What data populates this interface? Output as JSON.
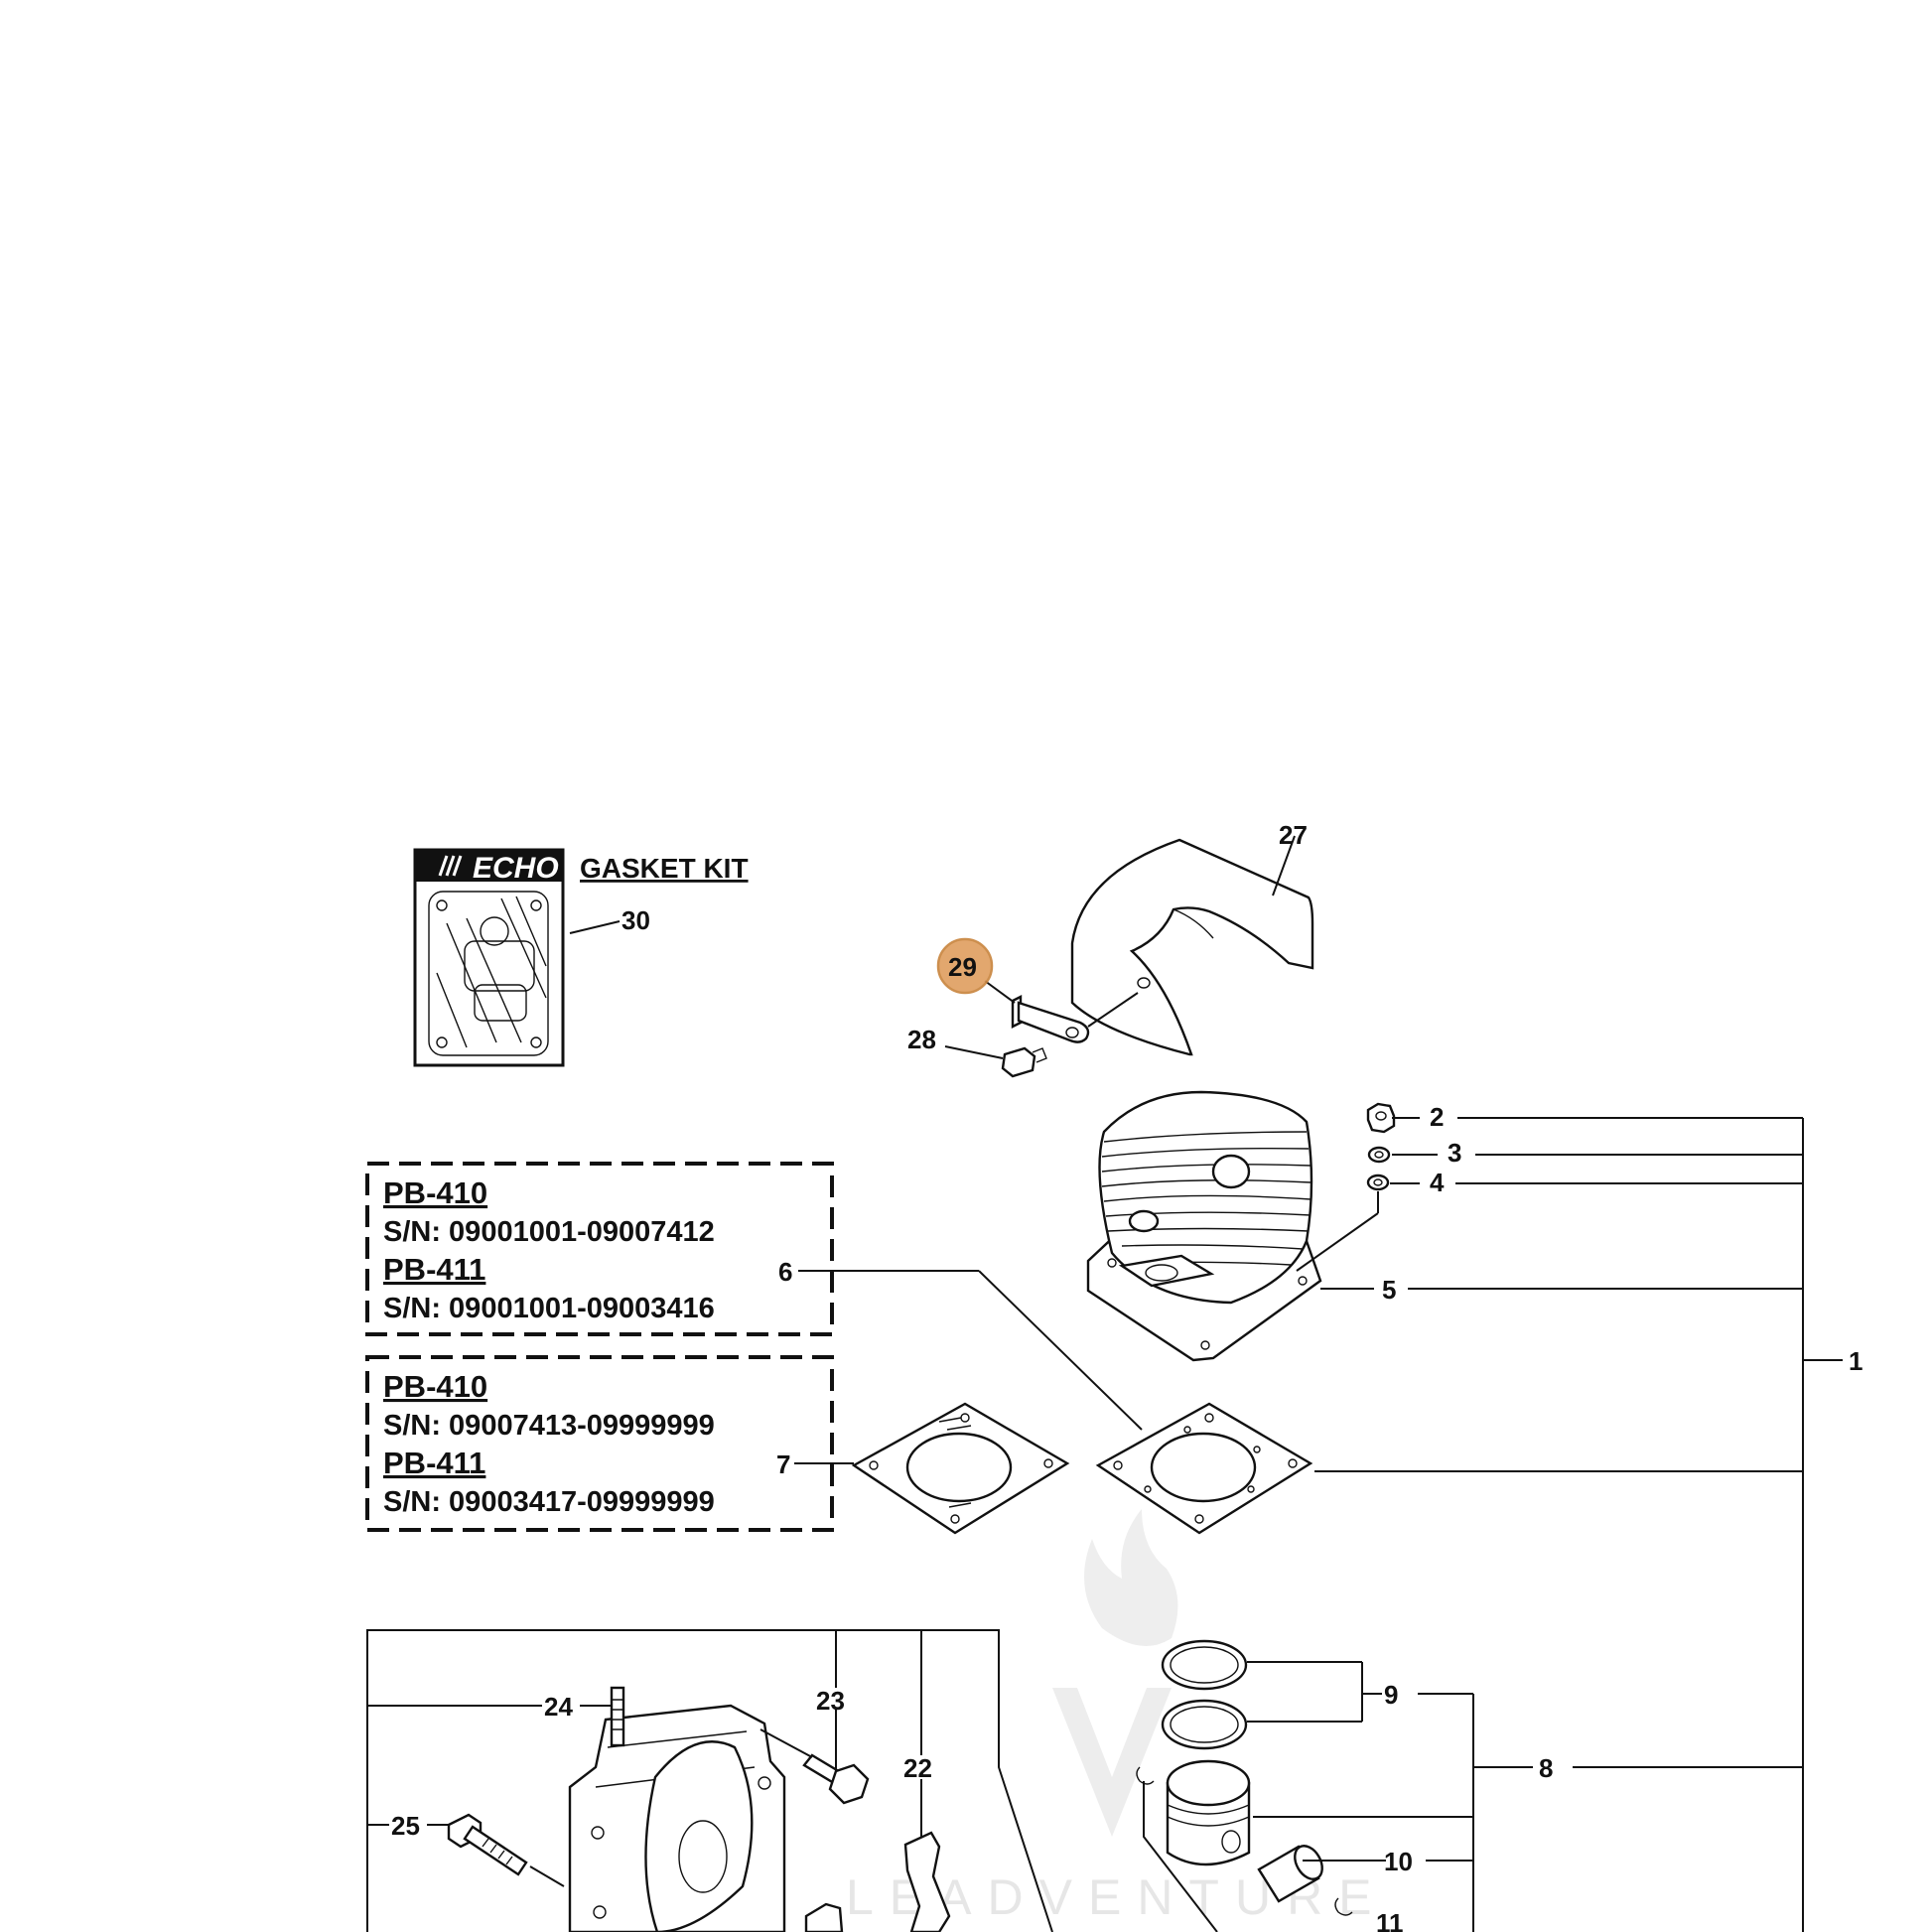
{
  "diagram": {
    "gasket_kit": {
      "brand": "ECHO",
      "title": "GASKET KIT"
    },
    "serial_boxes": [
      {
        "lines": [
          {
            "model": "PB-410",
            "serial": "S/N: 09001001-09007412"
          },
          {
            "model": "PB-411",
            "serial": "S/N: 09001001-09003416"
          }
        ]
      },
      {
        "lines": [
          {
            "model": "PB-410",
            "serial": "S/N: 09007413-09999999"
          },
          {
            "model": "PB-411",
            "serial": "S/N: 09003417-09999999"
          }
        ]
      }
    ],
    "callouts": {
      "c1": "1",
      "c2": "2",
      "c3": "3",
      "c4": "4",
      "c5": "5",
      "c6": "6",
      "c7": "7",
      "c8": "8",
      "c9": "9",
      "c10": "10",
      "c11": "11",
      "c22": "22",
      "c23": "23",
      "c24": "24",
      "c25": "25",
      "c27": "27",
      "c28": "28",
      "c29": "29",
      "c30": "30"
    },
    "highlighted_callout": "29",
    "highlight_color": "#e0a062",
    "watermark": "LEADVENTURE"
  }
}
